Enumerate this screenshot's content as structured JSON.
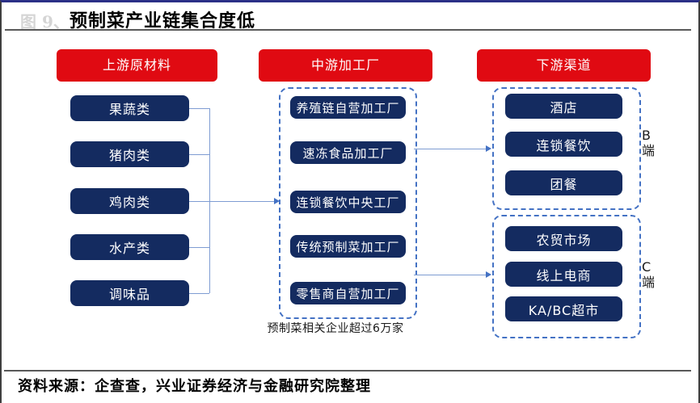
{
  "figure_label": "图 9、",
  "title": "预制菜产业链集合度低",
  "upstream": {
    "header": "上游原材料",
    "items": [
      "果蔬类",
      "猪肉类",
      "鸡肉类",
      "水产类",
      "调味品"
    ]
  },
  "midstream": {
    "header": "中游加工厂",
    "items": [
      "养殖链自营加工厂",
      "速冻食品加工厂",
      "连锁餐饮中央工厂",
      "传统预制菜加工厂",
      "零售商自营加工厂"
    ],
    "caption": "预制菜相关企业超过6万家"
  },
  "downstream": {
    "header": "下游渠道",
    "b_group": {
      "label_top": "B",
      "label_bottom": "端",
      "items": [
        "酒店",
        "连锁餐饮",
        "团餐"
      ]
    },
    "c_group": {
      "label_top": "C",
      "label_bottom": "端",
      "items": [
        "农贸市场",
        "线上电商",
        "KA/BC超市"
      ]
    }
  },
  "source": "资料来源：企查查，兴业证券经济与金融研究院整理",
  "colors": {
    "header_red": "#e00a12",
    "node_navy": "#142b60",
    "connector_blue": "#7e9cd2",
    "dashed_border_blue": "#4472c4",
    "rule_gray": "#595959"
  }
}
